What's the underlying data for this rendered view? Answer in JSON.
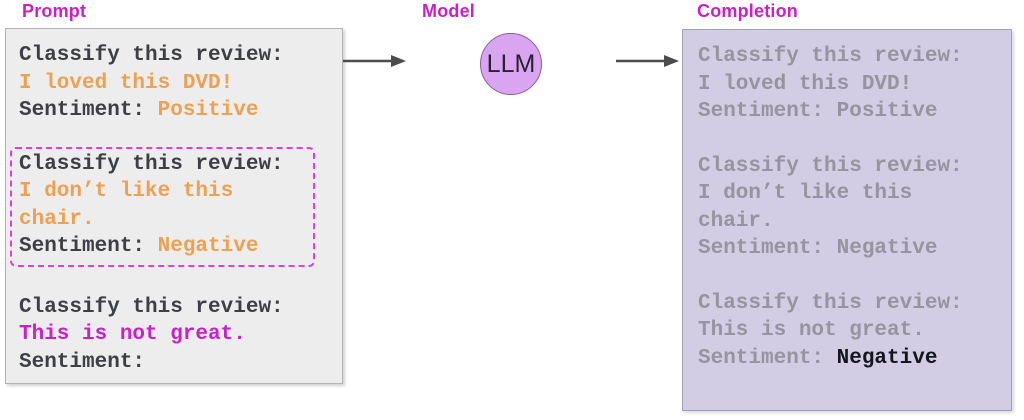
{
  "labels": {
    "prompt": "Prompt",
    "model": "Model",
    "completion": "Completion"
  },
  "model": {
    "node_label": "LLM"
  },
  "colors": {
    "label_magenta": "#cb1ecb",
    "prompt_bg": "#eeedee",
    "prompt_border": "#b5b3b5",
    "completion_bg": "#d2cde5",
    "completion_border": "#a39fb9",
    "dark_text": "#3c4046",
    "orange_text": "#efa050",
    "magenta_text": "#cc1fcc",
    "gray_text": "#97939f",
    "answer_text": "#15151d",
    "dashed_border": "#e33be3",
    "circle_fill": "#d9a4f0",
    "circle_stroke": "#9059ab",
    "arrow": "#4c4c4c"
  },
  "prompt": {
    "examples": [
      {
        "highlighted": false,
        "lines": [
          {
            "segments": [
              {
                "text": "Classify this review:",
                "color": "dark"
              }
            ]
          },
          {
            "segments": [
              {
                "text": "I loved this DVD!",
                "color": "orange"
              }
            ]
          },
          {
            "segments": [
              {
                "text": "Sentiment: ",
                "color": "dark"
              },
              {
                "text": "Positive",
                "color": "orange"
              }
            ]
          }
        ]
      },
      {
        "highlighted": true,
        "lines": [
          {
            "segments": [
              {
                "text": "Classify this review:",
                "color": "dark"
              }
            ]
          },
          {
            "segments": [
              {
                "text": "I don’t like this",
                "color": "orange"
              }
            ]
          },
          {
            "segments": [
              {
                "text": "chair.",
                "color": "orange"
              }
            ]
          },
          {
            "segments": [
              {
                "text": "Sentiment: ",
                "color": "dark"
              },
              {
                "text": "Negative",
                "color": "orange"
              }
            ]
          }
        ]
      },
      {
        "highlighted": false,
        "lines": [
          {
            "segments": [
              {
                "text": "Classify this review:",
                "color": "dark"
              }
            ]
          },
          {
            "segments": [
              {
                "text": "This is not great.",
                "color": "magenta"
              }
            ]
          },
          {
            "segments": [
              {
                "text": "Sentiment:",
                "color": "dark"
              }
            ]
          }
        ]
      }
    ]
  },
  "completion": {
    "examples": [
      {
        "highlighted": false,
        "lines": [
          {
            "segments": [
              {
                "text": "Classify this review:",
                "color": "gray"
              }
            ]
          },
          {
            "segments": [
              {
                "text": "I loved this DVD!",
                "color": "gray"
              }
            ]
          },
          {
            "segments": [
              {
                "text": "Sentiment: Positive",
                "color": "gray"
              }
            ]
          }
        ]
      },
      {
        "highlighted": false,
        "lines": [
          {
            "segments": [
              {
                "text": "Classify this review:",
                "color": "gray"
              }
            ]
          },
          {
            "segments": [
              {
                "text": "I don’t like this",
                "color": "gray"
              }
            ]
          },
          {
            "segments": [
              {
                "text": "chair.",
                "color": "gray"
              }
            ]
          },
          {
            "segments": [
              {
                "text": "Sentiment: Negative",
                "color": "gray"
              }
            ]
          }
        ]
      },
      {
        "highlighted": false,
        "lines": [
          {
            "segments": [
              {
                "text": "Classify this review:",
                "color": "gray"
              }
            ]
          },
          {
            "segments": [
              {
                "text": "This is not great.",
                "color": "gray"
              }
            ]
          },
          {
            "segments": [
              {
                "text": "Sentiment: ",
                "color": "gray"
              },
              {
                "text": "Negative",
                "color": "answer"
              }
            ]
          }
        ]
      }
    ]
  }
}
